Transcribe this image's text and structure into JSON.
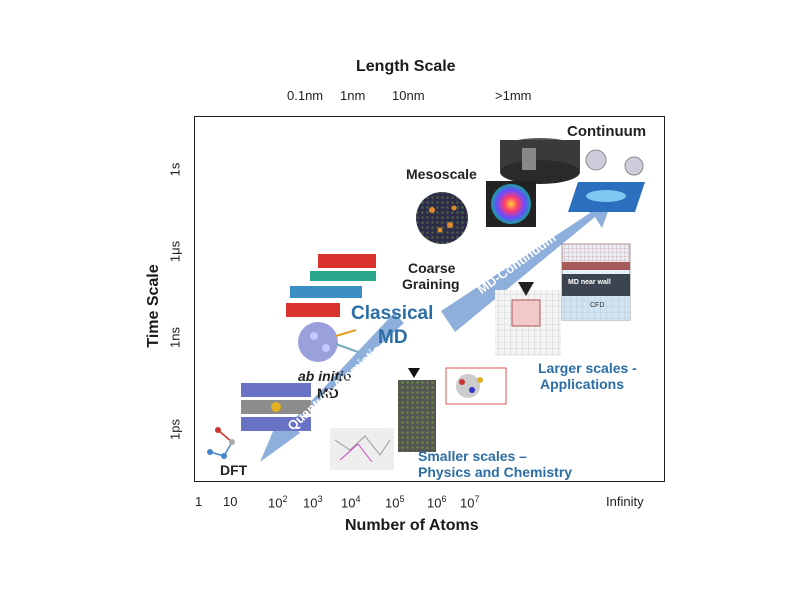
{
  "length_axis": {
    "title": "Length Scale",
    "ticks": [
      "0.1nm",
      "1nm",
      "10nm",
      ">1mm"
    ]
  },
  "time_axis": {
    "title": "Time Scale",
    "ticks": [
      "1s",
      "1μs",
      "1ns",
      "1ps"
    ]
  },
  "atoms_axis": {
    "title": "Number of Atoms",
    "ticks": [
      {
        "base": "1",
        "sup": ""
      },
      {
        "base": "10",
        "sup": ""
      },
      {
        "base": "10",
        "sup": "2"
      },
      {
        "base": "10",
        "sup": "3"
      },
      {
        "base": "10",
        "sup": "4"
      },
      {
        "base": "10",
        "sup": "5"
      },
      {
        "base": "10",
        "sup": "6"
      },
      {
        "base": "10",
        "sup": "7"
      },
      {
        "base": "Infinity",
        "sup": ""
      }
    ]
  },
  "labels": {
    "continuum": "Continuum",
    "mesoscale": "Mesoscale",
    "coarse_graining_1": "Coarse",
    "coarse_graining_2": "Graining",
    "classical_md_1": "Classical",
    "classical_md_2": "MD",
    "ab_initio_1": "ab initio",
    "ab_initio_2": "MD",
    "dft": "DFT",
    "larger_scales_1": "Larger scales -",
    "larger_scales_2": "Applications",
    "smaller_scales_1": "Smaller scales –",
    "smaller_scales_2": "Physics and Chemistry",
    "md_continuum_arrow": "MD-Continuum",
    "quantum_atomistic_arrow": "Quantum-Atomistic",
    "md_near_wall": "MD near wall",
    "cfd": "CFD"
  },
  "colors": {
    "arrow_fill": "#8eaedb",
    "arrow_text": "#ffffff",
    "label_blue": "#2b6ea5",
    "frame": "#222222"
  }
}
